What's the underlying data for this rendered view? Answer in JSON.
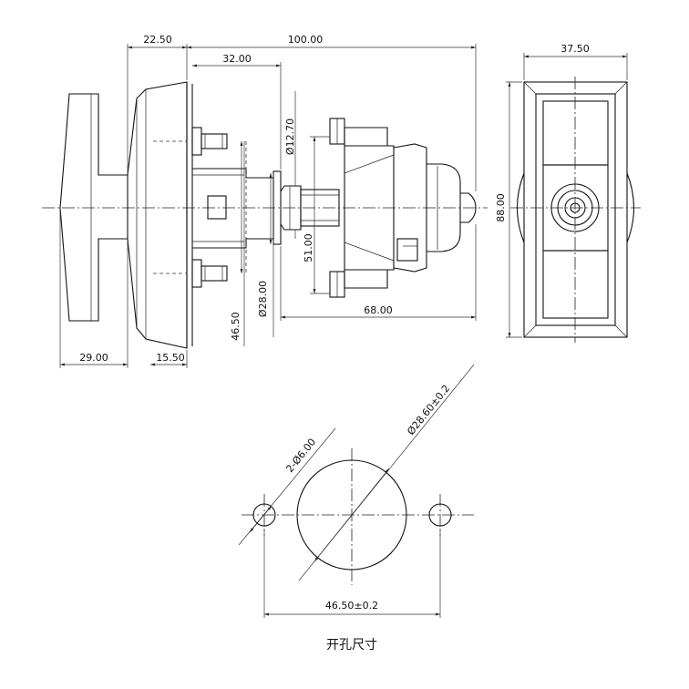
{
  "dimensions": {
    "top_22_50": "22.50",
    "top_100": "100.00",
    "top_32": "32.00",
    "dia_12_70": "Ø12.70",
    "dia_28": "Ø28.00",
    "v_51": "51.00",
    "v_46_50": "46.50",
    "bottom_68": "68.00",
    "bottom_29": "29.00",
    "bottom_15_50": "15.50",
    "side_37_50": "37.50",
    "side_88": "88.00"
  },
  "cutout": {
    "hole_label": "2-Ø6.00",
    "circle_label": "Ø28.60±0.2",
    "spacing_label": "46.50±0.2",
    "caption": "开孔尺寸"
  }
}
